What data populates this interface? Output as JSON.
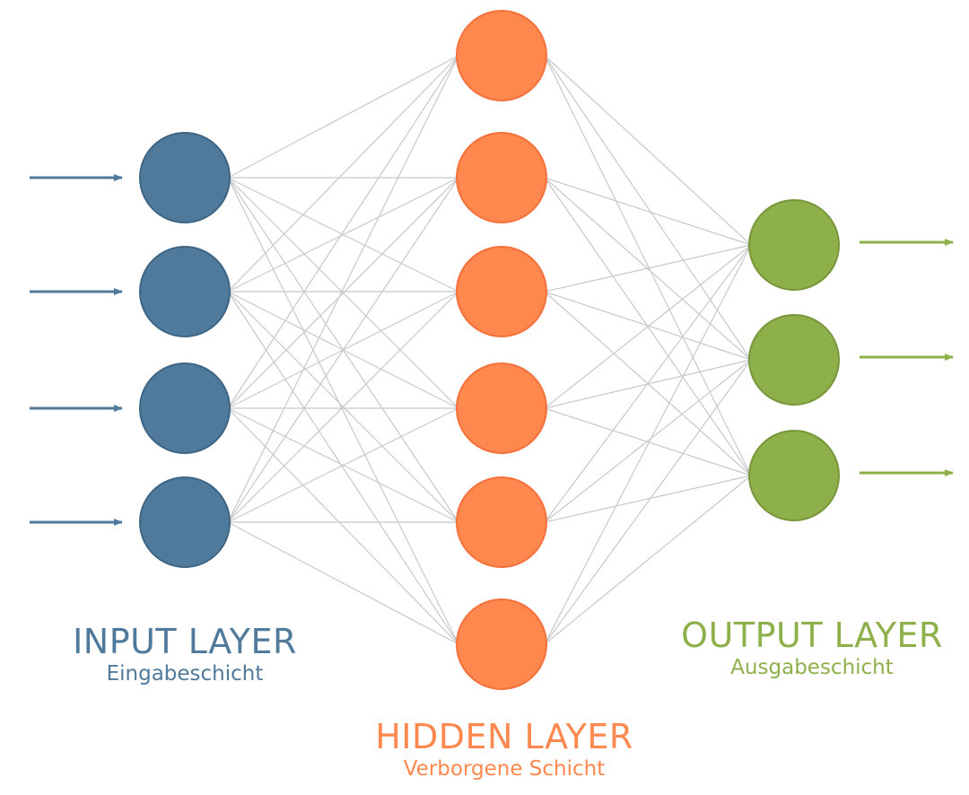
{
  "colors": {
    "input_fill": "#507a9b",
    "input_stroke": "#3d6585",
    "hidden_fill": "#ff884f",
    "hidden_stroke": "#f5703a",
    "output_fill": "#8db04a",
    "output_stroke": "#78963a",
    "connection": "#c8c8c8"
  },
  "layers": {
    "input": {
      "title": "INPUT LAYER",
      "subtitle": "Eingabeschicht",
      "node_count": 4,
      "arrows": "incoming"
    },
    "hidden": {
      "title": "HIDDEN LAYER",
      "subtitle": "Verborgene Schicht",
      "node_count": 6
    },
    "output": {
      "title": "OUTPUT LAYER",
      "subtitle": "Ausgabeschicht",
      "node_count": 3,
      "arrows": "outgoing"
    }
  },
  "connections": "fully-connected between adjacent layers"
}
